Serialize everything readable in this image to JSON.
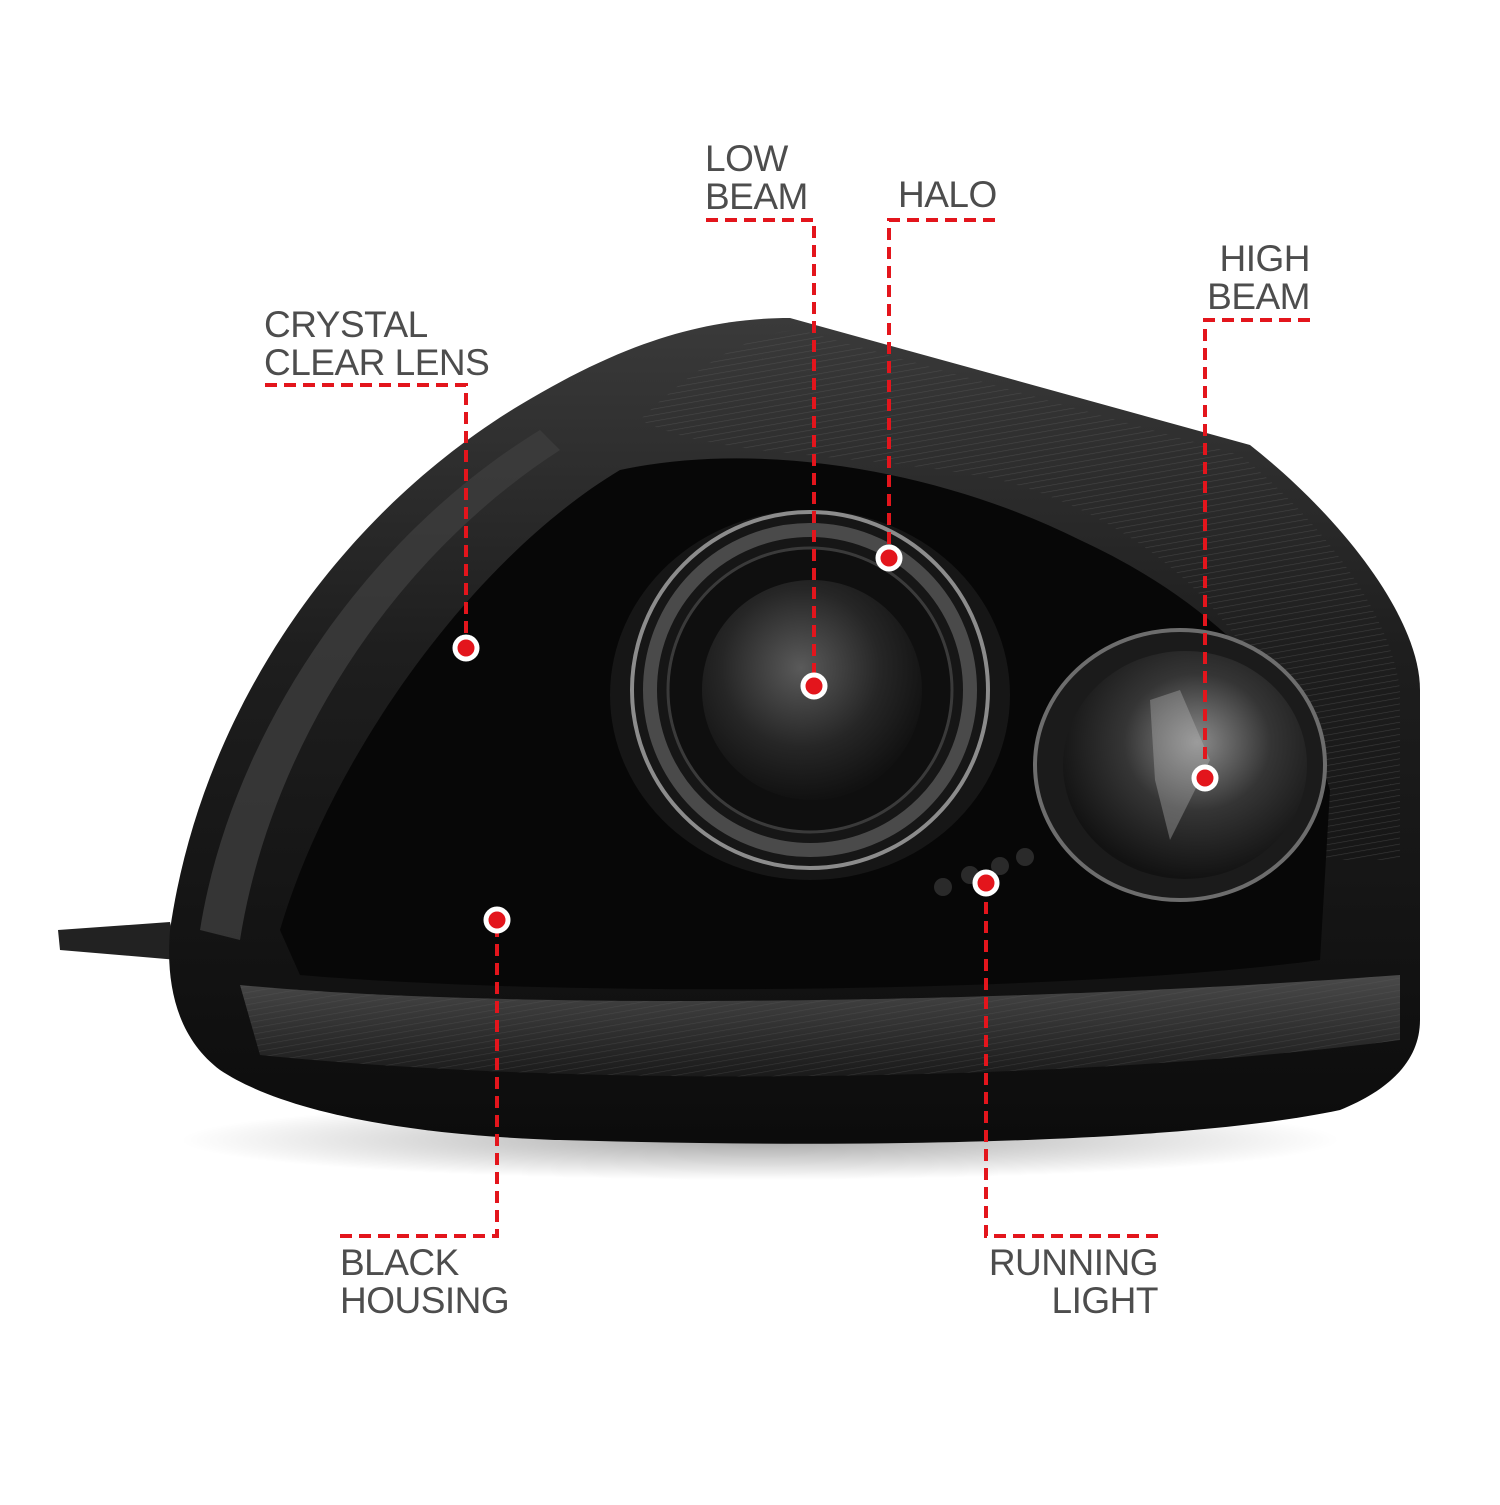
{
  "colors": {
    "background": "#ffffff",
    "label_text": "#4d4d4d",
    "callout_line": "#e3151c",
    "callout_dot_fill": "#e3151c",
    "callout_dot_ring": "#ffffff",
    "housing": "#0b0b0b",
    "lens_smoke": "#2a2a2a"
  },
  "product_image": {
    "icon": "headlight-assembly-photo"
  },
  "callouts": {
    "crystal_clear_lens": {
      "line1": "CRYSTAL",
      "line2": "CLEAR LENS"
    },
    "low_beam": {
      "line1": "LOW",
      "line2": "BEAM"
    },
    "halo": {
      "line1": "HALO"
    },
    "high_beam": {
      "line1": "HIGH",
      "line2": "BEAM"
    },
    "black_housing": {
      "line1": "BLACK",
      "line2": "HOUSING"
    },
    "running_light": {
      "line1": "RUNNING",
      "line2": "LIGHT"
    }
  }
}
